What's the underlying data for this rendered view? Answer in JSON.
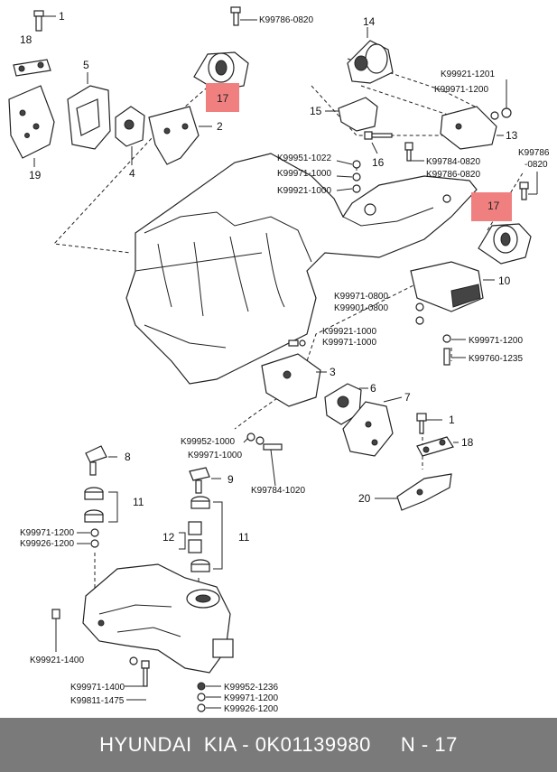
{
  "callouts": {
    "p1a": "1",
    "p18a": "18",
    "p5": "5",
    "p19": "19",
    "p4": "4",
    "p2": "2",
    "p17a": "17",
    "p14": "14",
    "p15": "15",
    "p16": "16",
    "p13": "13",
    "p17b": "17",
    "p10": "10",
    "p3": "3",
    "p6": "6",
    "p7": "7",
    "p1b": "1",
    "p18b": "18",
    "p20": "20",
    "p8": "8",
    "p9": "9",
    "p11a": "11",
    "p12": "12",
    "p11b": "11"
  },
  "part_codes": {
    "k1": "K99786-0820",
    "k2": "K99921-1201",
    "k3": "K99971-1200",
    "k4": "K99951-1022",
    "k5": "K99971-1000",
    "k6": "K99921-1000",
    "k7": "K99784-0820",
    "k8": "K99786-0820",
    "k9a": "K99786",
    "k9b": "-0820",
    "k10": "K99971-0800",
    "k11": "K99901-0800",
    "k12": "K99921-1000",
    "k13": "K99971-1000",
    "k14": "K99971-1200",
    "k15": "K99760-1235",
    "k16": "K99952-1000",
    "k17": "K99971-1000",
    "k18": "K99784-1020",
    "k19": "K99971-1200",
    "k20": "K99926-1200",
    "k21": "K99921-1400",
    "k22": "K99971-1400",
    "k23": "K99811-1475",
    "k24": "K99952-1236",
    "k25": "K99971-1200",
    "k26": "K99926-1200"
  },
  "highlight_color": "#f08080",
  "footer": {
    "brand": "HYUNDAI  KIA - 0K01139980",
    "page": "N - 17"
  }
}
